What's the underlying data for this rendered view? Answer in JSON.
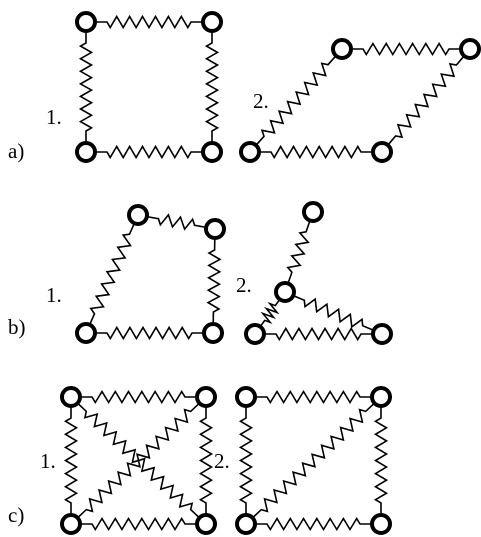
{
  "panels": [
    {
      "label": "a)",
      "configurations": [
        {
          "label": "1.",
          "nodes": 4,
          "springs": [
            [
              0,
              1
            ],
            [
              1,
              3
            ],
            [
              2,
              3
            ],
            [
              0,
              2
            ]
          ]
        },
        {
          "label": "2.",
          "nodes": 4,
          "springs": [
            [
              0,
              1
            ],
            [
              1,
              3
            ],
            [
              2,
              3
            ],
            [
              0,
              2
            ]
          ]
        }
      ]
    },
    {
      "label": "b)",
      "configurations": [
        {
          "label": "1.",
          "nodes": 4,
          "springs": [
            [
              0,
              1
            ],
            [
              1,
              3
            ],
            [
              2,
              3
            ],
            [
              0,
              2
            ]
          ]
        },
        {
          "label": "2.",
          "nodes": 4,
          "springs": [
            [
              0,
              1
            ],
            [
              1,
              3
            ],
            [
              2,
              3
            ],
            [
              1,
              2
            ]
          ]
        }
      ]
    },
    {
      "label": "c)",
      "configurations": [
        {
          "label": "1.",
          "nodes": 4,
          "springs": [
            [
              0,
              1
            ],
            [
              1,
              3
            ],
            [
              2,
              3
            ],
            [
              0,
              2
            ],
            [
              0,
              3
            ],
            [
              1,
              2
            ]
          ]
        },
        {
          "label": "2.",
          "nodes": 4,
          "springs": [
            [
              0,
              1
            ],
            [
              1,
              3
            ],
            [
              2,
              3
            ],
            [
              0,
              2
            ],
            [
              1,
              2
            ]
          ]
        }
      ]
    }
  ],
  "colors": {
    "stroke": "#000000",
    "node_fill": "#ffffff"
  }
}
